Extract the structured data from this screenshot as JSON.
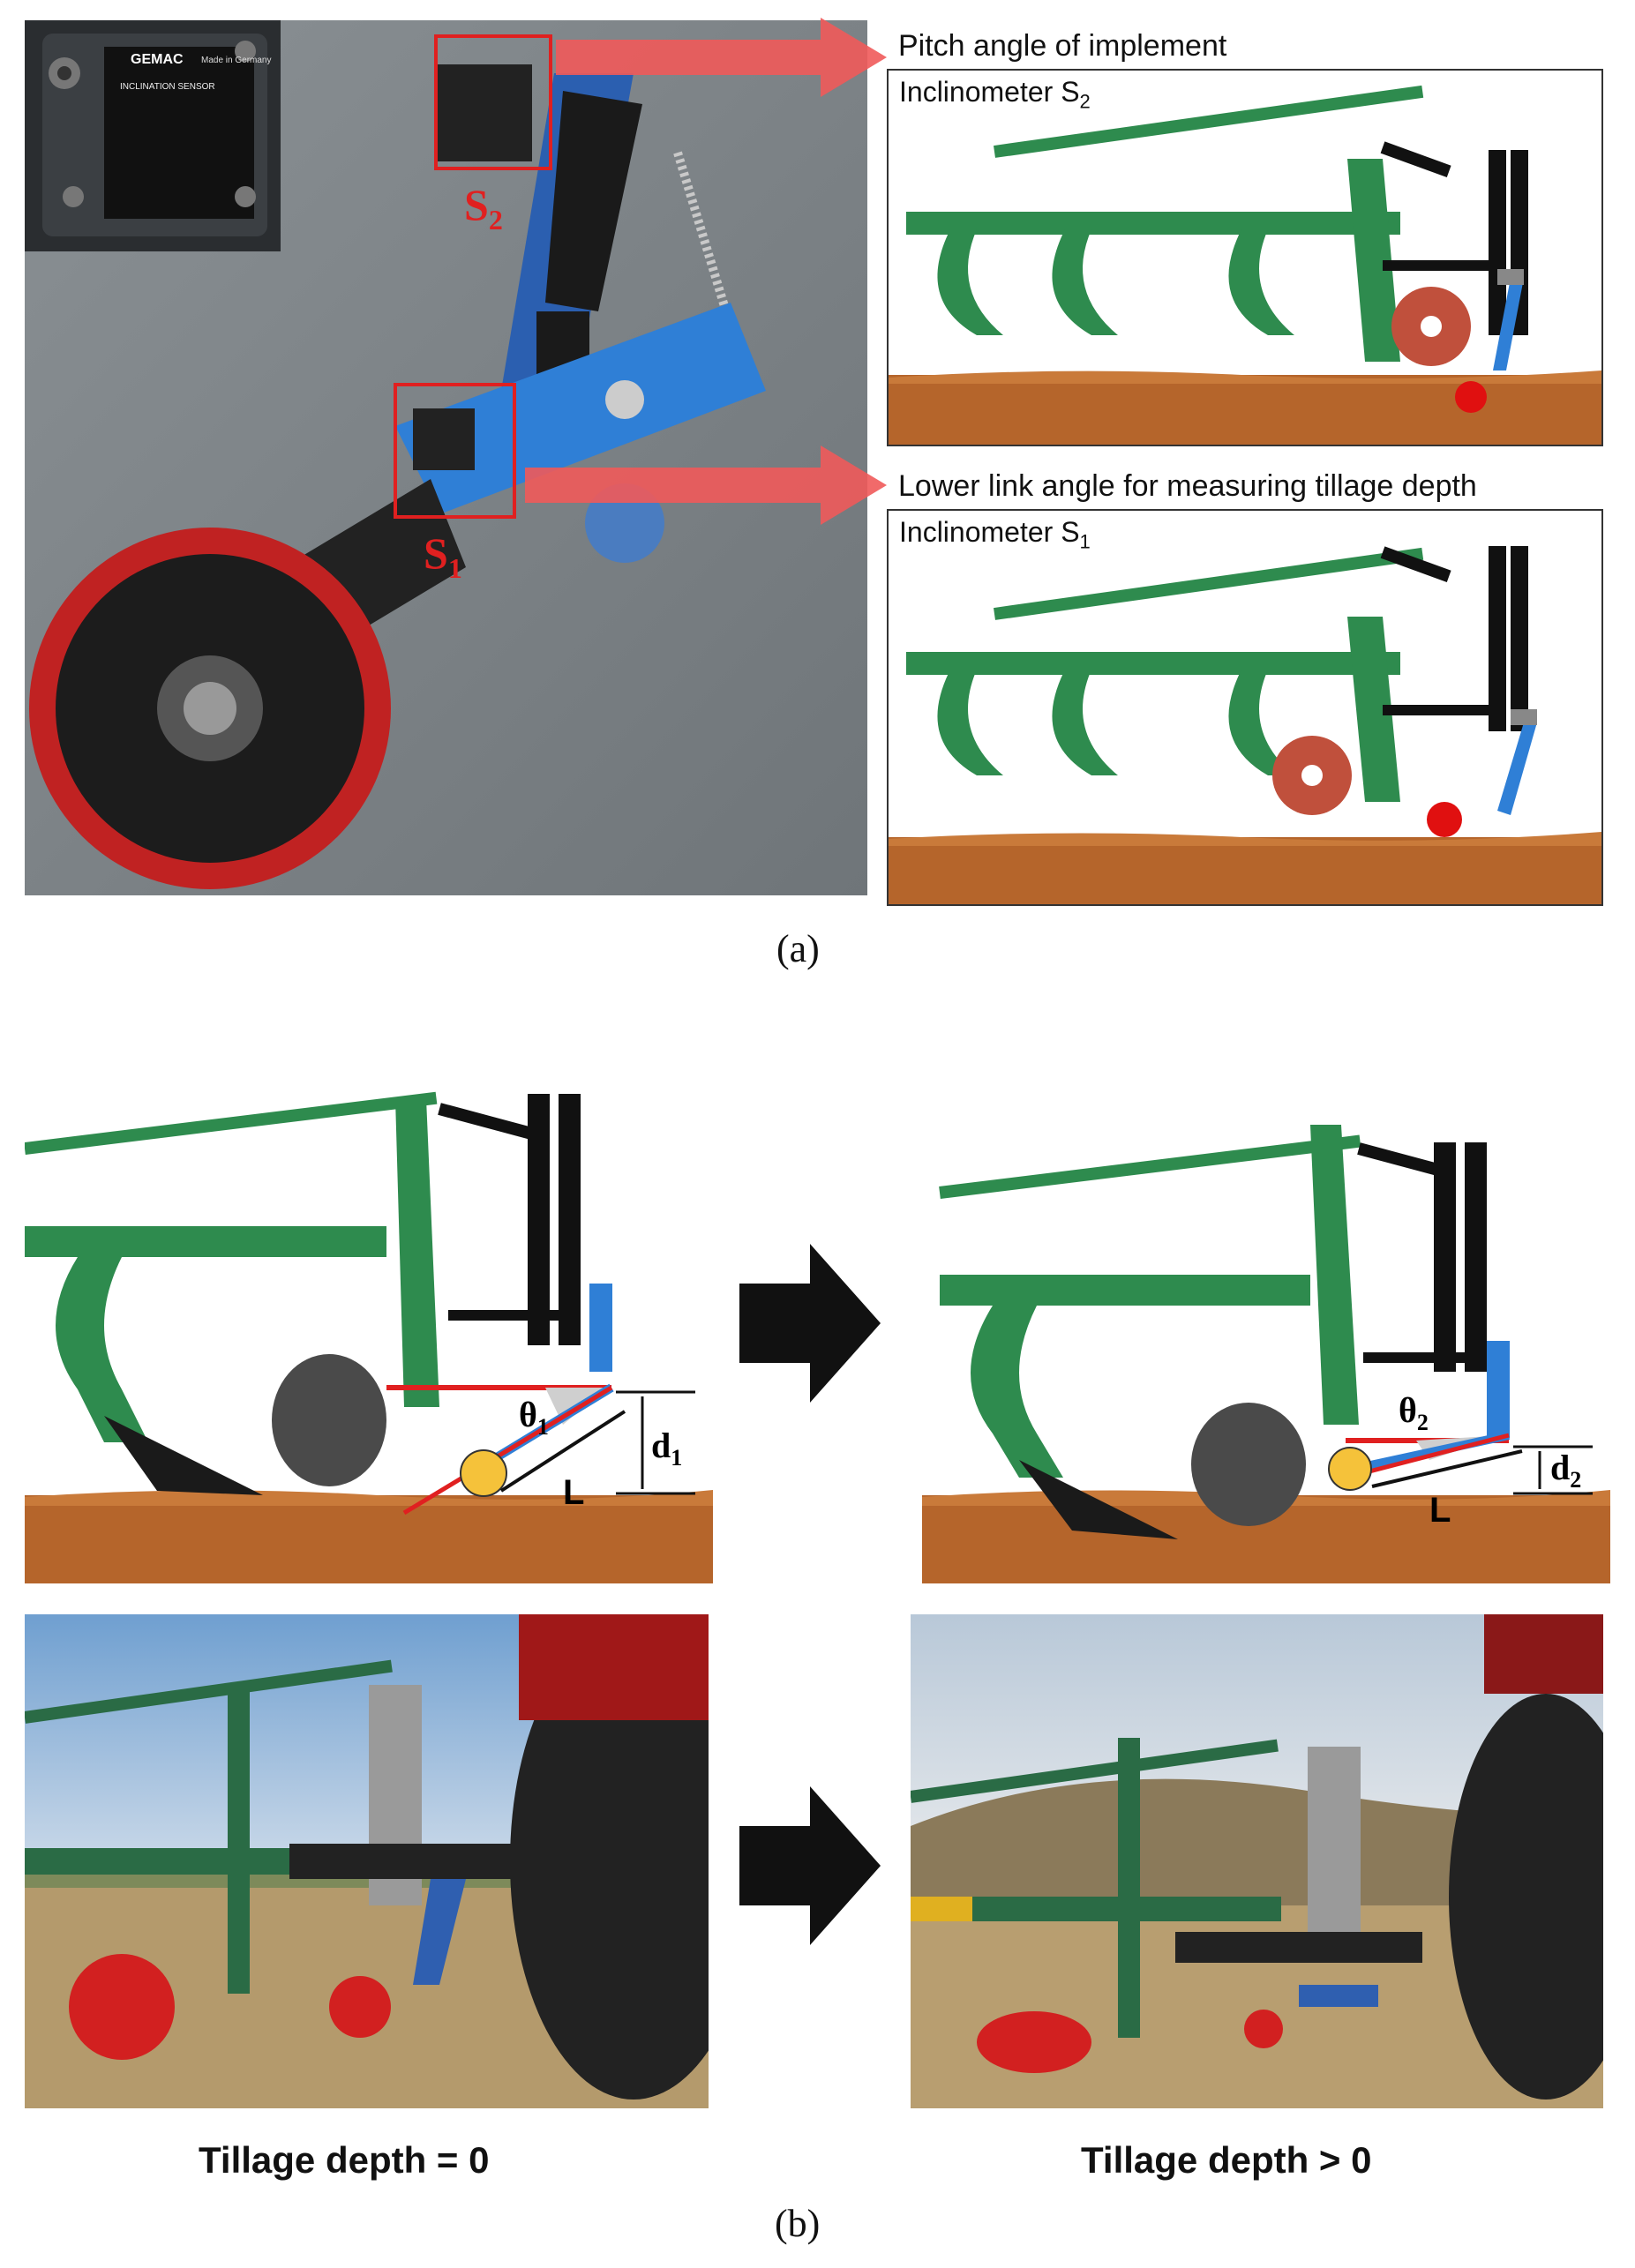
{
  "panel_a": {
    "photo": {
      "sensor_brand": "GEMAC",
      "sensor_origin": "Made in Germany",
      "sensor_type": "INCLINATION SENSOR",
      "label_s2_base": "S",
      "label_s2_sub": "2",
      "label_s1_base": "S",
      "label_s1_sub": "1"
    },
    "top_diagram": {
      "title": "Pitch angle of implement",
      "sensor_name": "Inclinometer S",
      "sensor_sub": "2"
    },
    "bottom_diagram": {
      "title": "Lower link angle for measuring tillage depth",
      "sensor_name": "Inclinometer S",
      "sensor_sub": "1"
    },
    "sublabel": "(a)"
  },
  "panel_b": {
    "left_diagram": {
      "theta": "θ",
      "theta_sub": "1",
      "length": "L",
      "depth": "d",
      "depth_sub": "1"
    },
    "right_diagram": {
      "theta": "θ",
      "theta_sub": "2",
      "length": "L",
      "depth": "d",
      "depth_sub": "2"
    },
    "left_caption": "Tillage depth = 0",
    "right_caption": "Tillage depth > 0",
    "sublabel": "(b)"
  },
  "colors": {
    "implement_green": "#2e8b4e",
    "soil_brown": "#b5652b",
    "link_blue": "#2f7fd6",
    "annotation_red": "#e02020",
    "arrow_red": "#f05a5a",
    "disc_red": "#c0503c"
  }
}
